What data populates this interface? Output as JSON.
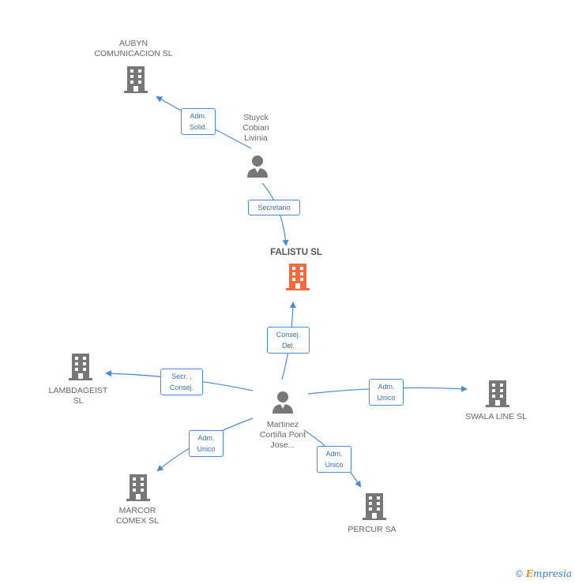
{
  "colors": {
    "edge": "#4a8ad4",
    "building": "#777777",
    "building_main": "#f26a3d",
    "person": "#777777"
  },
  "nodes": {
    "aubyn": {
      "label": "AUBYN\nCOMUNICACION SL",
      "icon": "building-icon"
    },
    "stuyck": {
      "label": "Stuyck\nCobian\nLivinia",
      "icon": "person-icon"
    },
    "falistu": {
      "label": "FALISTU SL",
      "icon": "building-icon"
    },
    "lambdageist": {
      "label": "LAMBDAGEIST\nSL",
      "icon": "building-icon"
    },
    "martinez": {
      "label": "Martinez\nCortiña Pont\nJose...",
      "icon": "person-icon"
    },
    "swala": {
      "label": "SWALA LINE SL",
      "icon": "building-icon"
    },
    "marcor": {
      "label": "MARCOR\nCOMEX  SL",
      "icon": "building-icon"
    },
    "percur": {
      "label": "PERCUR SA",
      "icon": "building-icon"
    }
  },
  "edges": {
    "stuyck_aubyn": "Adm.\nSolid.",
    "stuyck_falistu": "Secretario",
    "martinez_falistu": "Consej.\nDel.",
    "martinez_lambdageist": "Secr. ,\nConsej.",
    "martinez_swala": "Adm.\nUnico",
    "martinez_marcor": "Adm.\nUnico",
    "martinez_percur": "Adm.\nUnico"
  },
  "footer": {
    "copyright": "©",
    "brand_initial": "E",
    "brand_rest": "mpresia"
  }
}
